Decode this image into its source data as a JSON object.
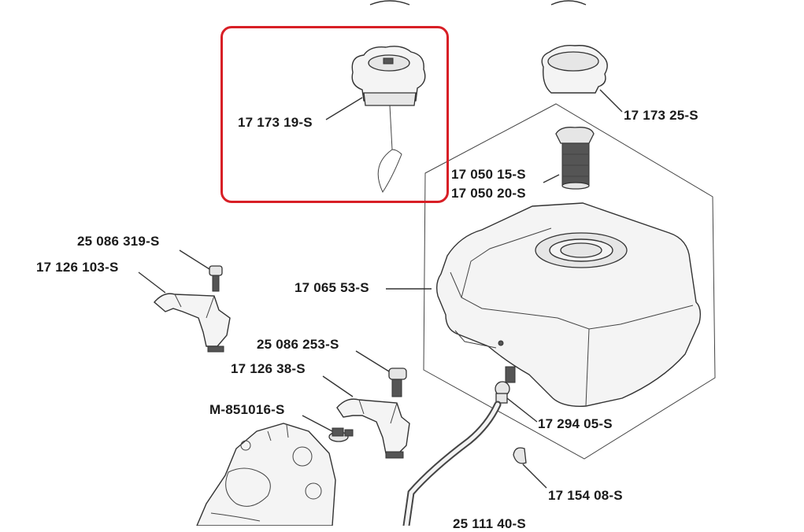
{
  "labels": {
    "cap_highlighted": "17 173 19-S",
    "cap_plain": "17 173 25-S",
    "strainer_a": "17 050 15-S",
    "strainer_b": "17 050 20-S",
    "bolt_top": "25 086 319-S",
    "bracket_top": "17 126 103-S",
    "tank": "17 065 53-S",
    "bolt_mid": "25 086 253-S",
    "bracket_mid": "17 126 38-S",
    "nut": "M-851016-S",
    "valve": "17 294 05-S",
    "clip": "17 154 08-S",
    "hose": "25 111 40-S"
  },
  "colors": {
    "highlight": "#d81f26",
    "line": "#333333"
  }
}
